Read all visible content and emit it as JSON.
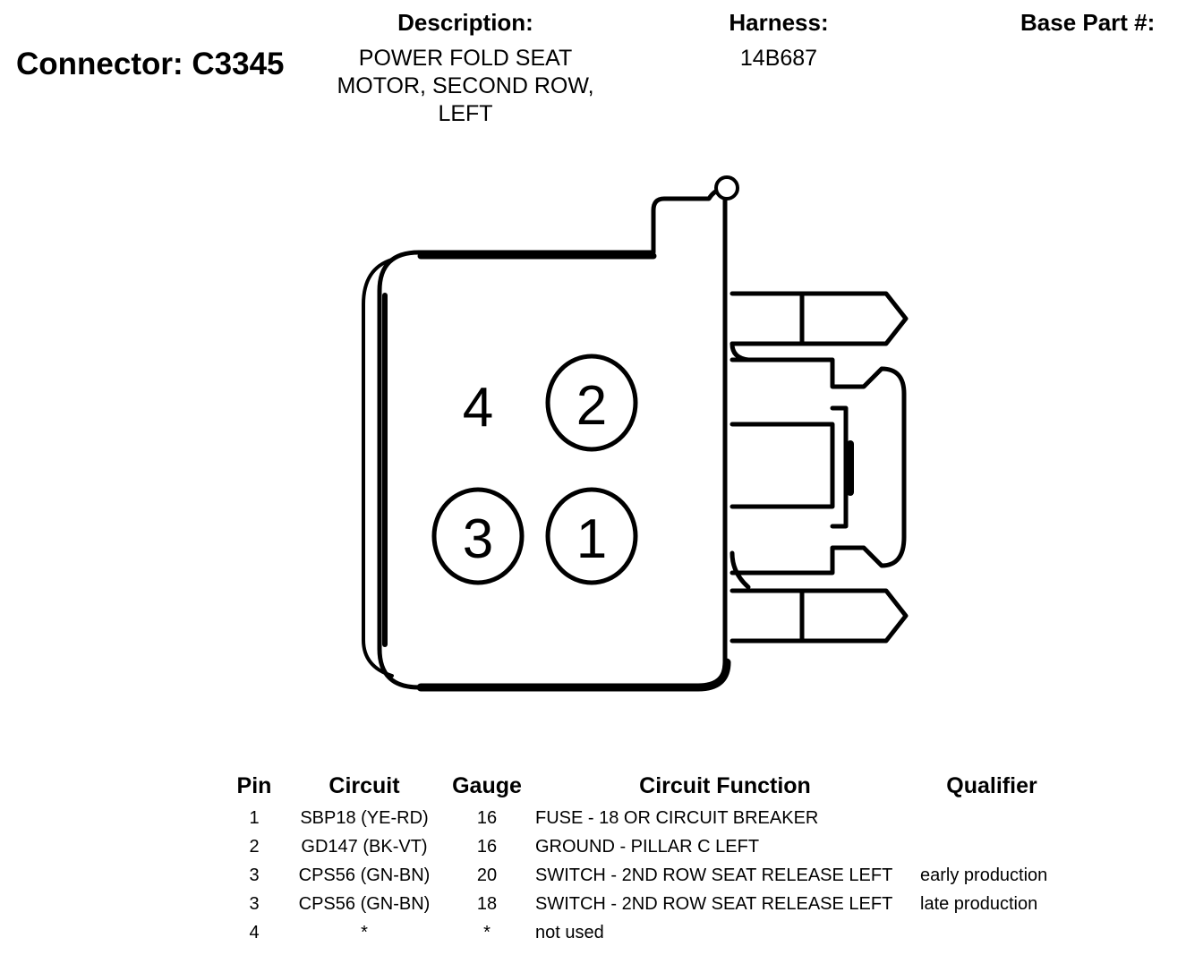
{
  "header": {
    "connector_title": "Connector: C3345",
    "description_label": "Description:",
    "description_lines": [
      "POWER FOLD SEAT",
      "MOTOR, SECOND ROW,",
      "LEFT"
    ],
    "harness_label": "Harness:",
    "harness_value": "14B687",
    "base_part_label": "Base Part #:"
  },
  "diagram": {
    "pins": [
      {
        "number": "1",
        "circled": true
      },
      {
        "number": "2",
        "circled": true
      },
      {
        "number": "3",
        "circled": true
      },
      {
        "number": "4",
        "circled": false
      }
    ]
  },
  "table": {
    "headers": {
      "pin": "Pin",
      "circuit": "Circuit",
      "gauge": "Gauge",
      "function": "Circuit Function",
      "qualifier": "Qualifier"
    },
    "rows": [
      {
        "pin": "1",
        "circuit": "SBP18 (YE-RD)",
        "gauge": "16",
        "function": "FUSE - 18 OR CIRCUIT BREAKER",
        "qualifier": ""
      },
      {
        "pin": "2",
        "circuit": "GD147 (BK-VT)",
        "gauge": "16",
        "function": "GROUND - PILLAR C LEFT",
        "qualifier": ""
      },
      {
        "pin": "3",
        "circuit": "CPS56 (GN-BN)",
        "gauge": "20",
        "function": "SWITCH - 2ND ROW SEAT RELEASE LEFT",
        "qualifier": "early production"
      },
      {
        "pin": "3",
        "circuit": "CPS56 (GN-BN)",
        "gauge": "18",
        "function": "SWITCH - 2ND ROW SEAT RELEASE LEFT",
        "qualifier": "late production"
      },
      {
        "pin": "4",
        "circuit": "*",
        "gauge": "*",
        "function": "not used",
        "qualifier": ""
      }
    ]
  }
}
